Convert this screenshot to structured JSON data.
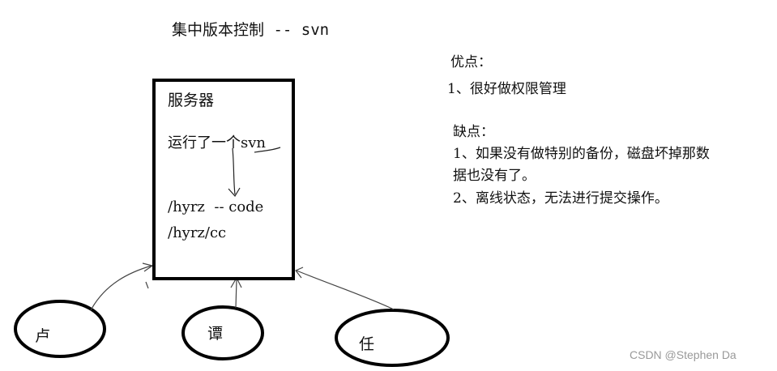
{
  "title": "集中版本控制 -- svn",
  "server": {
    "label": "服务器",
    "running": "运行了一个svn",
    "path1": "/hyrz  -- code",
    "path2": "/hyrz/cc"
  },
  "pros": {
    "title": "优点：",
    "items": [
      "1、很好做权限管理"
    ]
  },
  "cons": {
    "title": "缺点：",
    "line1a": "1、如果没有做特别的备份，磁盘坏掉那数",
    "line1b": "据也没有了。",
    "line2": "2、离线状态，无法进行提交操作。"
  },
  "clients": [
    {
      "name": "卢"
    },
    {
      "name": "谭"
    },
    {
      "name": "任"
    }
  ],
  "watermark": "CSDN @Stephen Da"
}
